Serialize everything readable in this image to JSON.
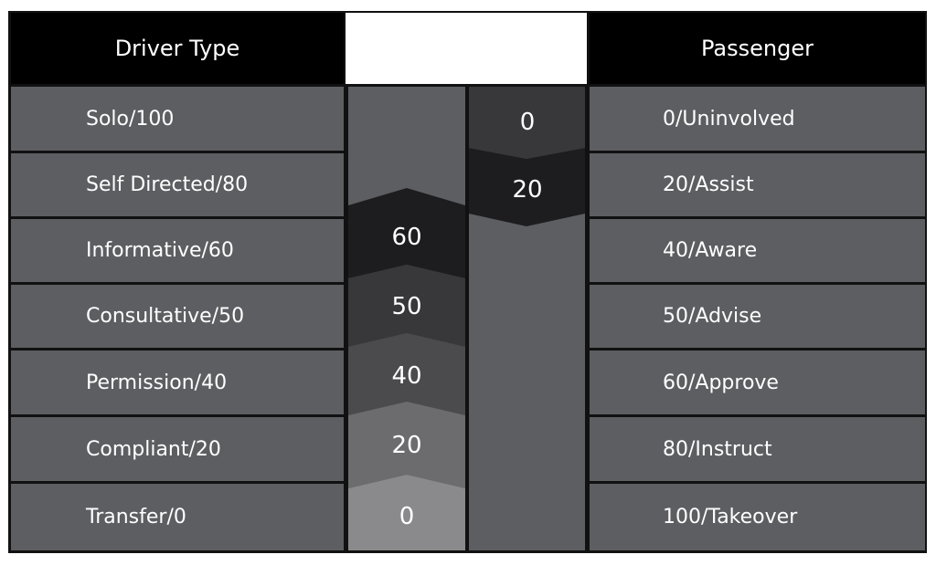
{
  "header": {
    "driver_label": "Driver Type",
    "middle_label": "",
    "passenger_label": "Passenger"
  },
  "driver_rows": [
    "Solo/100",
    "Self Directed/80",
    "Informative/60",
    "Consultative/50",
    "Permission/40",
    "Compliant/20",
    "Transfer/0"
  ],
  "passenger_rows": [
    "0/Uninvolved",
    "20/Assist",
    "40/Aware",
    "50/Advise",
    "60/Approve",
    "80/Instruct",
    "100/Takeover"
  ],
  "left_scale": [
    "60",
    "50",
    "40",
    "20",
    "0"
  ],
  "right_scale": [
    "0",
    "20"
  ],
  "colors": {
    "frame": "#111111",
    "header_bg": "#000000",
    "cell_bg": "#5d5e62",
    "scale_60": "#1d1d1f",
    "scale_50": "#38383b",
    "scale_40": "#4b4b4e",
    "scale_20": "#6c6c6f",
    "scale_0": "#8a8a8c",
    "right_0": "#38383b",
    "right_20": "#1d1d1f"
  }
}
